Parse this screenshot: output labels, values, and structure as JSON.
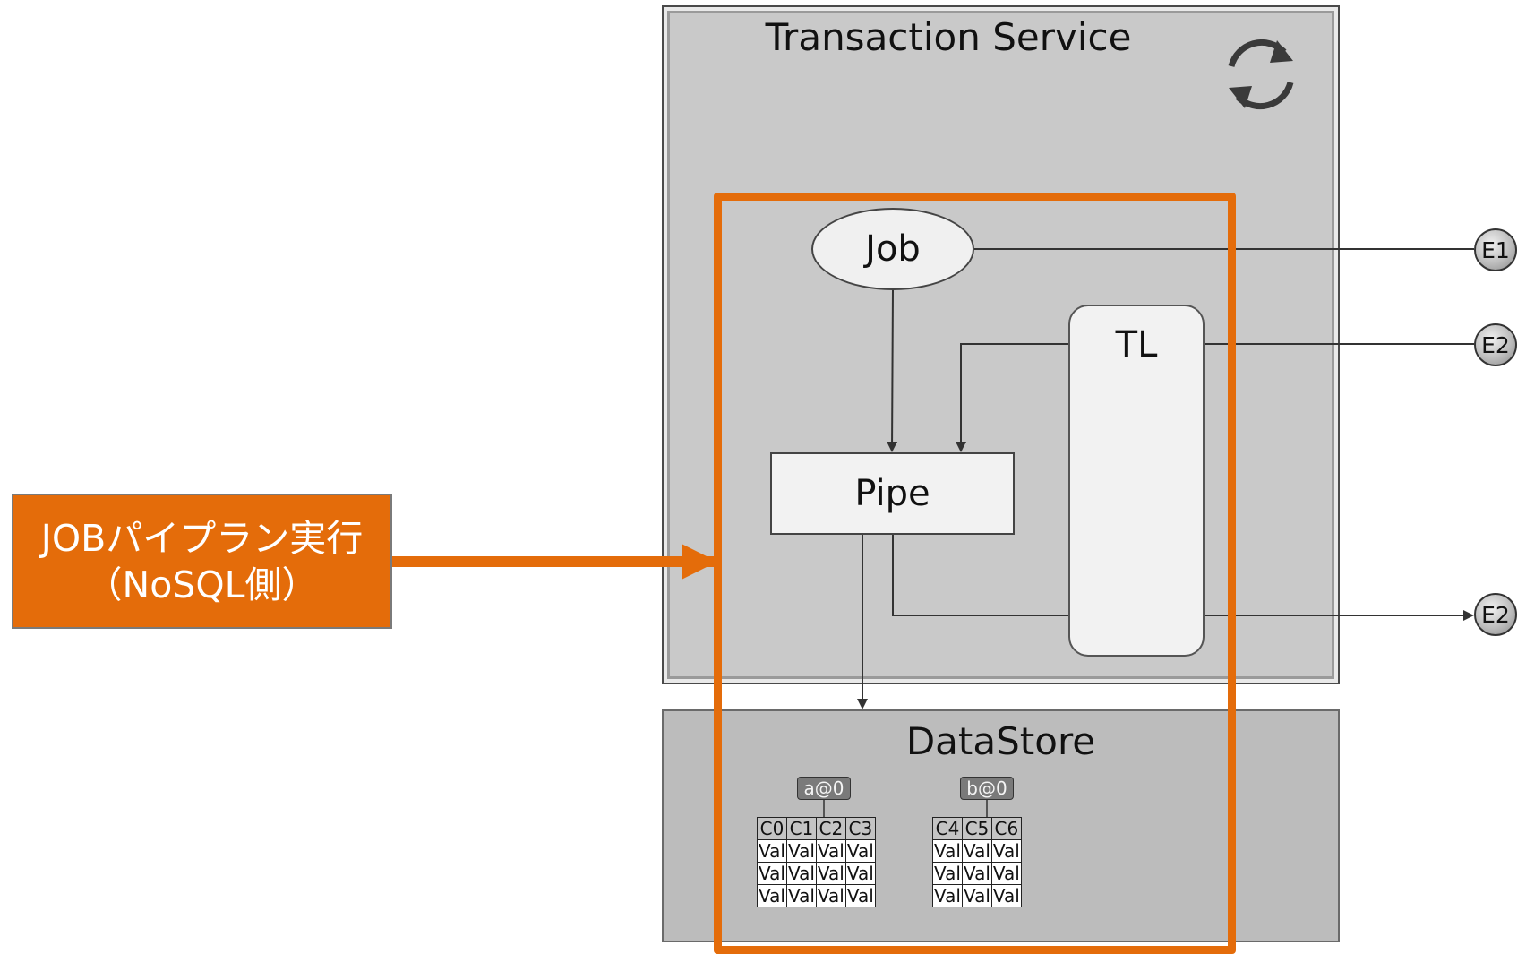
{
  "transaction_service": {
    "title": "Transaction Service",
    "icon": "refresh-icon"
  },
  "nodes": {
    "job": "Job",
    "pipe": "Pipe",
    "tl": "TL"
  },
  "endpoints": {
    "e1": "E1",
    "e2_top": "E2",
    "e2_bottom": "E2"
  },
  "callout": {
    "line1": "JOBパイプラン実行",
    "line2": "（NoSQL側）"
  },
  "datastore": {
    "title": "DataStore",
    "tables": [
      {
        "key": "a@0",
        "columns": [
          "C0",
          "C1",
          "C2",
          "C3"
        ],
        "rows": [
          [
            "Val",
            "Val",
            "Val",
            "Val"
          ],
          [
            "Val",
            "Val",
            "Val",
            "Val"
          ],
          [
            "Val",
            "Val",
            "Val",
            "Val"
          ]
        ]
      },
      {
        "key": "b@0",
        "columns": [
          "C4",
          "C5",
          "C6"
        ],
        "rows": [
          [
            "Val",
            "Val",
            "Val"
          ],
          [
            "Val",
            "Val",
            "Val"
          ],
          [
            "Val",
            "Val",
            "Val"
          ]
        ]
      }
    ]
  },
  "colors": {
    "highlight": "#e46c0a",
    "service_bg": "#c9c9c9",
    "datastore_bg": "#bcbcbc",
    "node_fill": "#f2f2f2"
  }
}
